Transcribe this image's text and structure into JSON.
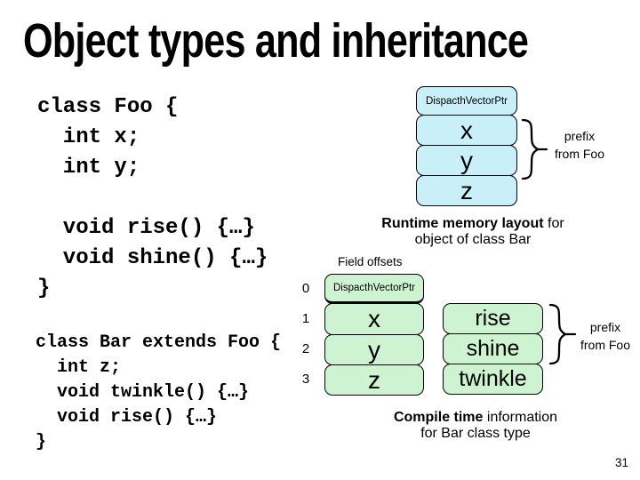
{
  "slide": {
    "title": "Object types and inheritance",
    "page_number": "31"
  },
  "code_blocks": {
    "foo": "class Foo {\n  int x;\n  int y;\n\n  void rise() {…}\n  void shine() {…}\n}",
    "bar": "class Bar extends Foo {\n  int z;\n  void twinkle() {…}\n  void rise() {…}\n}"
  },
  "runtime_layout": {
    "header": "DispacthVectorPtr",
    "cells": [
      "x",
      "y",
      "z"
    ],
    "brace_label_line1": "prefix",
    "brace_label_line2": "from Foo",
    "caption_bold": "Runtime memory layout",
    "caption_regular": " for",
    "caption_line2": "object of class Bar"
  },
  "field_offsets": {
    "label": "Field offsets",
    "offsets": [
      "0",
      "1",
      "2",
      "3"
    ],
    "cells": [
      "DispacthVectorPtr",
      "x",
      "y",
      "z"
    ]
  },
  "method_table": {
    "cells": [
      "rise",
      "shine",
      "twinkle"
    ],
    "brace_label_line1": "prefix",
    "brace_label_line2": "from Foo"
  },
  "compile_caption": {
    "bold": "Compile time",
    "regular": " information",
    "line2": "for Bar class type"
  },
  "colors": {
    "runtime_cell_fill": "#c9f0f8",
    "compile_cell_fill": "#cdf3d0",
    "border": "#000000"
  }
}
